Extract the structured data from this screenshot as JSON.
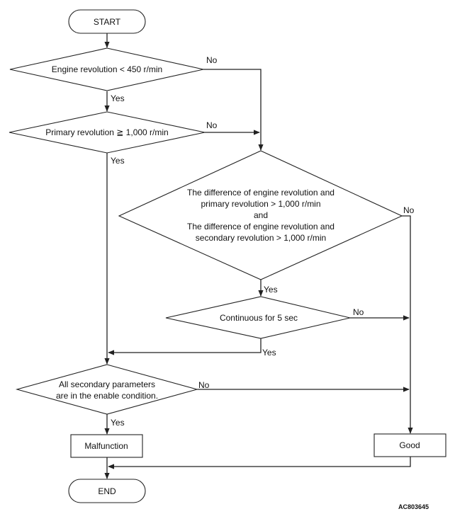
{
  "flowchart": {
    "start": "START",
    "end": "END",
    "decisions": {
      "d1": "Engine revolution < 450 r/min",
      "d2": "Primary revolution ≧ 1,000 r/min",
      "d3_line1": "The difference of engine revolution and",
      "d3_line2": "primary revolution > 1,000 r/min",
      "d3_line3": "and",
      "d3_line4": "The difference of engine revolution and",
      "d3_line5": "secondary revolution > 1,000 r/min",
      "d4": "Continuous for 5 sec",
      "d5_line1": "All secondary parameters",
      "d5_line2": "are in the enable condition."
    },
    "processes": {
      "malfunction": "Malfunction",
      "good": "Good"
    },
    "branch_labels": {
      "yes": "Yes",
      "no": "No"
    },
    "reference_code": "AC803645"
  }
}
